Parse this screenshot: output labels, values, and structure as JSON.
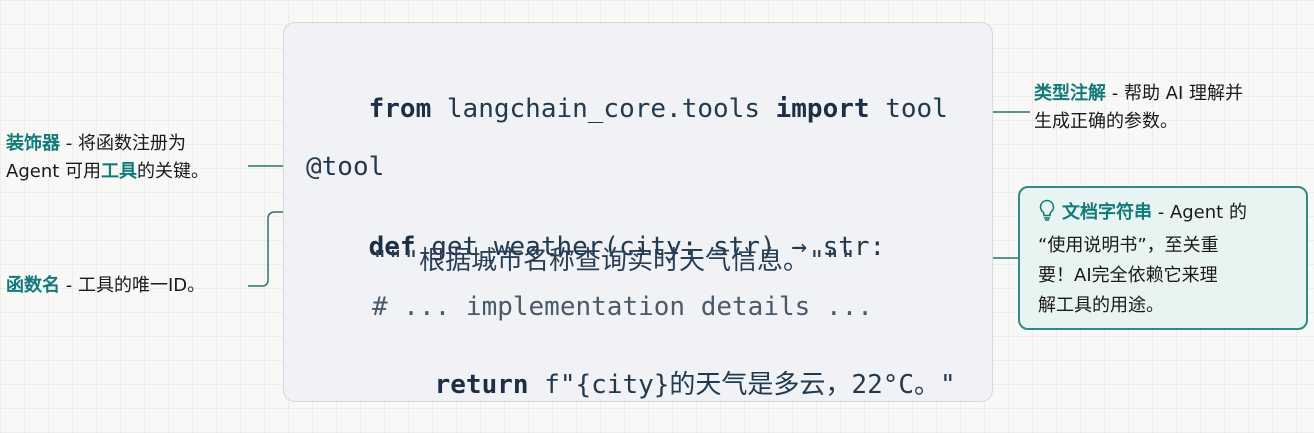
{
  "code": {
    "line1": {
      "kw1": "from",
      "mod": " langchain_core.tools ",
      "kw2": "import",
      "name": " tool"
    },
    "line2": "@tool",
    "line3": {
      "kw": "def",
      "sig": " get_weather(city: str) → str:"
    },
    "line4": "\"\"\"根据城市名称查询实时天气信息。\"\"\"",
    "line5": "# ... implementation details ...",
    "line6": {
      "kw": "return",
      "rest": " f\"{city}的天气是多云，22°C。\""
    }
  },
  "annotations": {
    "decorator": {
      "hl": "装饰器",
      "text1": " - 将函数注册为",
      "text2a": "Agent 可用",
      "hl2": "工具",
      "text2b": "的关键。"
    },
    "func_name": {
      "hl": "函数名",
      "text": " - 工具的唯一ID。"
    },
    "type_hint": {
      "hl": "类型注解",
      "text1": " - 帮助 AI 理解并",
      "text2": "生成正确的参数。"
    },
    "docstring": {
      "hl": "文档字符串",
      "text1": " - Agent 的",
      "text2": "“使用说明书”，至关重",
      "text3": "要！AI完全依赖它来理",
      "text4": "解工具的用途。",
      "icon": "lightbulb-icon"
    }
  },
  "colors": {
    "accent": "#137a7a",
    "box_border": "#2f8b88",
    "line": "#2a6f72"
  }
}
